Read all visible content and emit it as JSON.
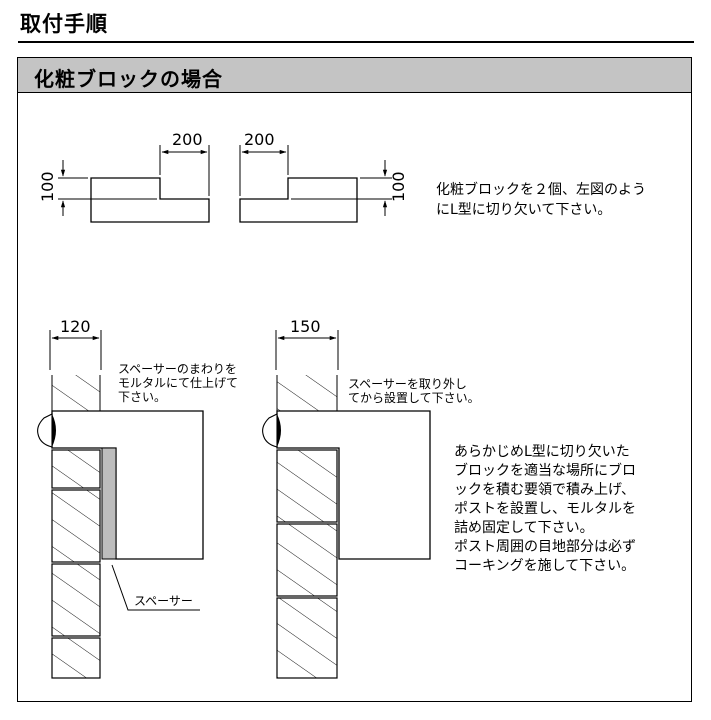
{
  "page_title": "取付手順",
  "section_title": "化粧ブロックの場合",
  "top_diagram": {
    "left_width": "200",
    "right_width": "200",
    "left_height": "100",
    "right_height": "100",
    "note": "化粧ブロックを２個、左図のよう\nにL型に切り欠いて下さい。"
  },
  "left_diagram": {
    "width": "120",
    "note": "スペーサーのまわりを\nモルタルにて仕上げて\n下さい。",
    "spacer_label": "スペーサー"
  },
  "right_diagram": {
    "width": "150",
    "note": "スペーサーを取り外し\nてから設置して下さい。"
  },
  "main_note": "あらかじめL型に切り欠いた\nブロックを適当な場所にブロ\nックを積む要領で積み上げ、\nポストを設置し、モルタルを\n詰め固定して下さい。\nポスト周囲の目地部分は必ず\nコーキングを施して下さい。",
  "colors": {
    "header_bg": "#c4c4c4",
    "spacer_fill": "#bdbdbd"
  }
}
